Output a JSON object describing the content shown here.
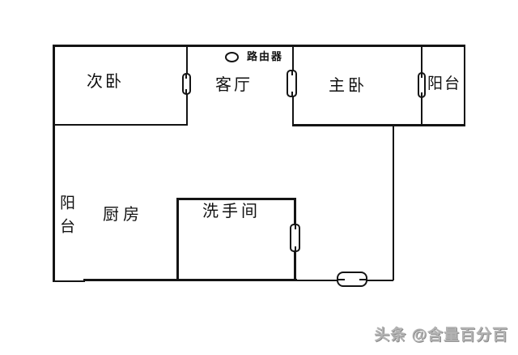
{
  "plan": {
    "rooms": {
      "bedroom2": "次卧",
      "living": "客厅",
      "master": "主卧",
      "balcony_right": "阳台",
      "balcony_left": "阳台",
      "kitchen": "厨房",
      "bathroom": "洗手间"
    },
    "router_label": "路由器"
  },
  "watermark": {
    "text": "头条 @含量百分百",
    "color": "#b3b3b3"
  },
  "colors": {
    "wall": "#141414",
    "background": "#ffffff"
  }
}
